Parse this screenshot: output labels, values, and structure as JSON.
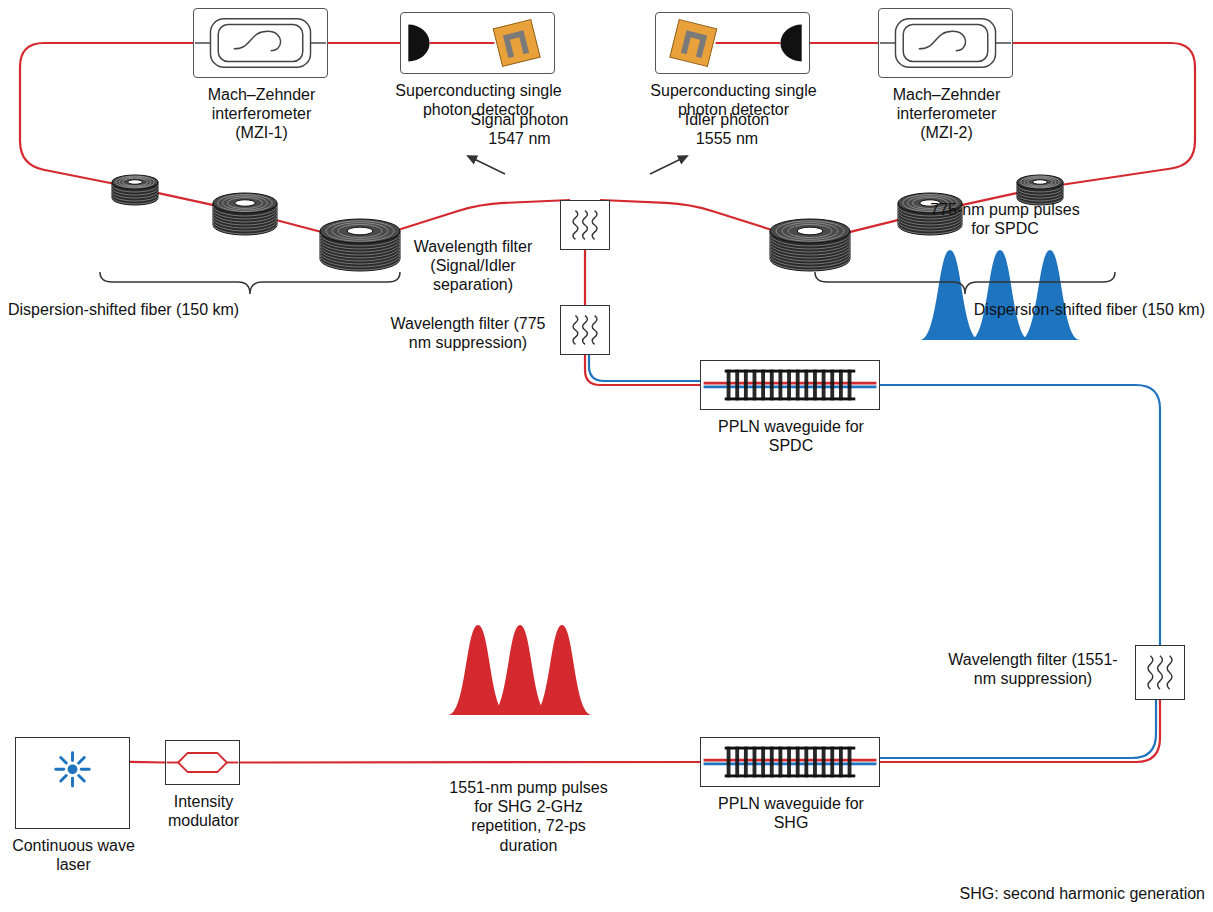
{
  "diagram": {
    "nodes": [
      {
        "text": [
          "Continuous wave laser"
        ]
      },
      {
        "text": [
          "Intensity modulator"
        ]
      },
      {
        "text": [
          "PPLN waveguide for SHG"
        ]
      },
      {
        "text": [
          "Wavelength filter (1551-nm suppression)"
        ]
      },
      {
        "text": [
          "PPLN waveguide for SPDC"
        ]
      },
      {
        "text": [
          "Wavelength filter (775 nm suppression)"
        ]
      },
      {
        "text": [
          "Wavelength filter (Signal/Idler separation)"
        ]
      },
      {
        "text": [
          "Mach–Zehnder interferometer (MZI-1)"
        ]
      },
      {
        "text": [
          "Superconducting single photon detector"
        ]
      },
      {
        "text": [
          "Superconducting single photon detector"
        ]
      },
      {
        "text": [
          "Mach–Zehnder interferometer (MZI-2)"
        ]
      }
    ],
    "edges": [
      {
        "from": 0,
        "to": 1,
        "arrow": "none"
      },
      {
        "from": 1,
        "to": 2,
        "arrow": "none"
      },
      {
        "from": 2,
        "to": 3,
        "arrow": "none"
      },
      {
        "from": 3,
        "to": 4,
        "arrow": "none"
      },
      {
        "from": 4,
        "to": 5,
        "arrow": "none"
      },
      {
        "from": 5,
        "to": 6,
        "arrow": "none"
      },
      {
        "from": 6,
        "to": 7,
        "arrow": "none"
      },
      {
        "from": 6,
        "to": 10,
        "arrow": "none"
      },
      {
        "from": 7,
        "to": 8,
        "arrow": "none"
      },
      {
        "from": 10,
        "to": 9,
        "arrow": "none"
      }
    ],
    "labels": [
      "1551-nm pump pulses for SHG 2-GHz repetition, 72-ps duration",
      "775-nm pump pulses for SPDC",
      "Signal photon 1547 nm",
      "Idler photon 1555 nm",
      "Dispersion-shifted fiber (150 km)",
      "Dispersion-shifted fiber (150 km)",
      "SHG: second harmonic generation"
    ]
  }
}
